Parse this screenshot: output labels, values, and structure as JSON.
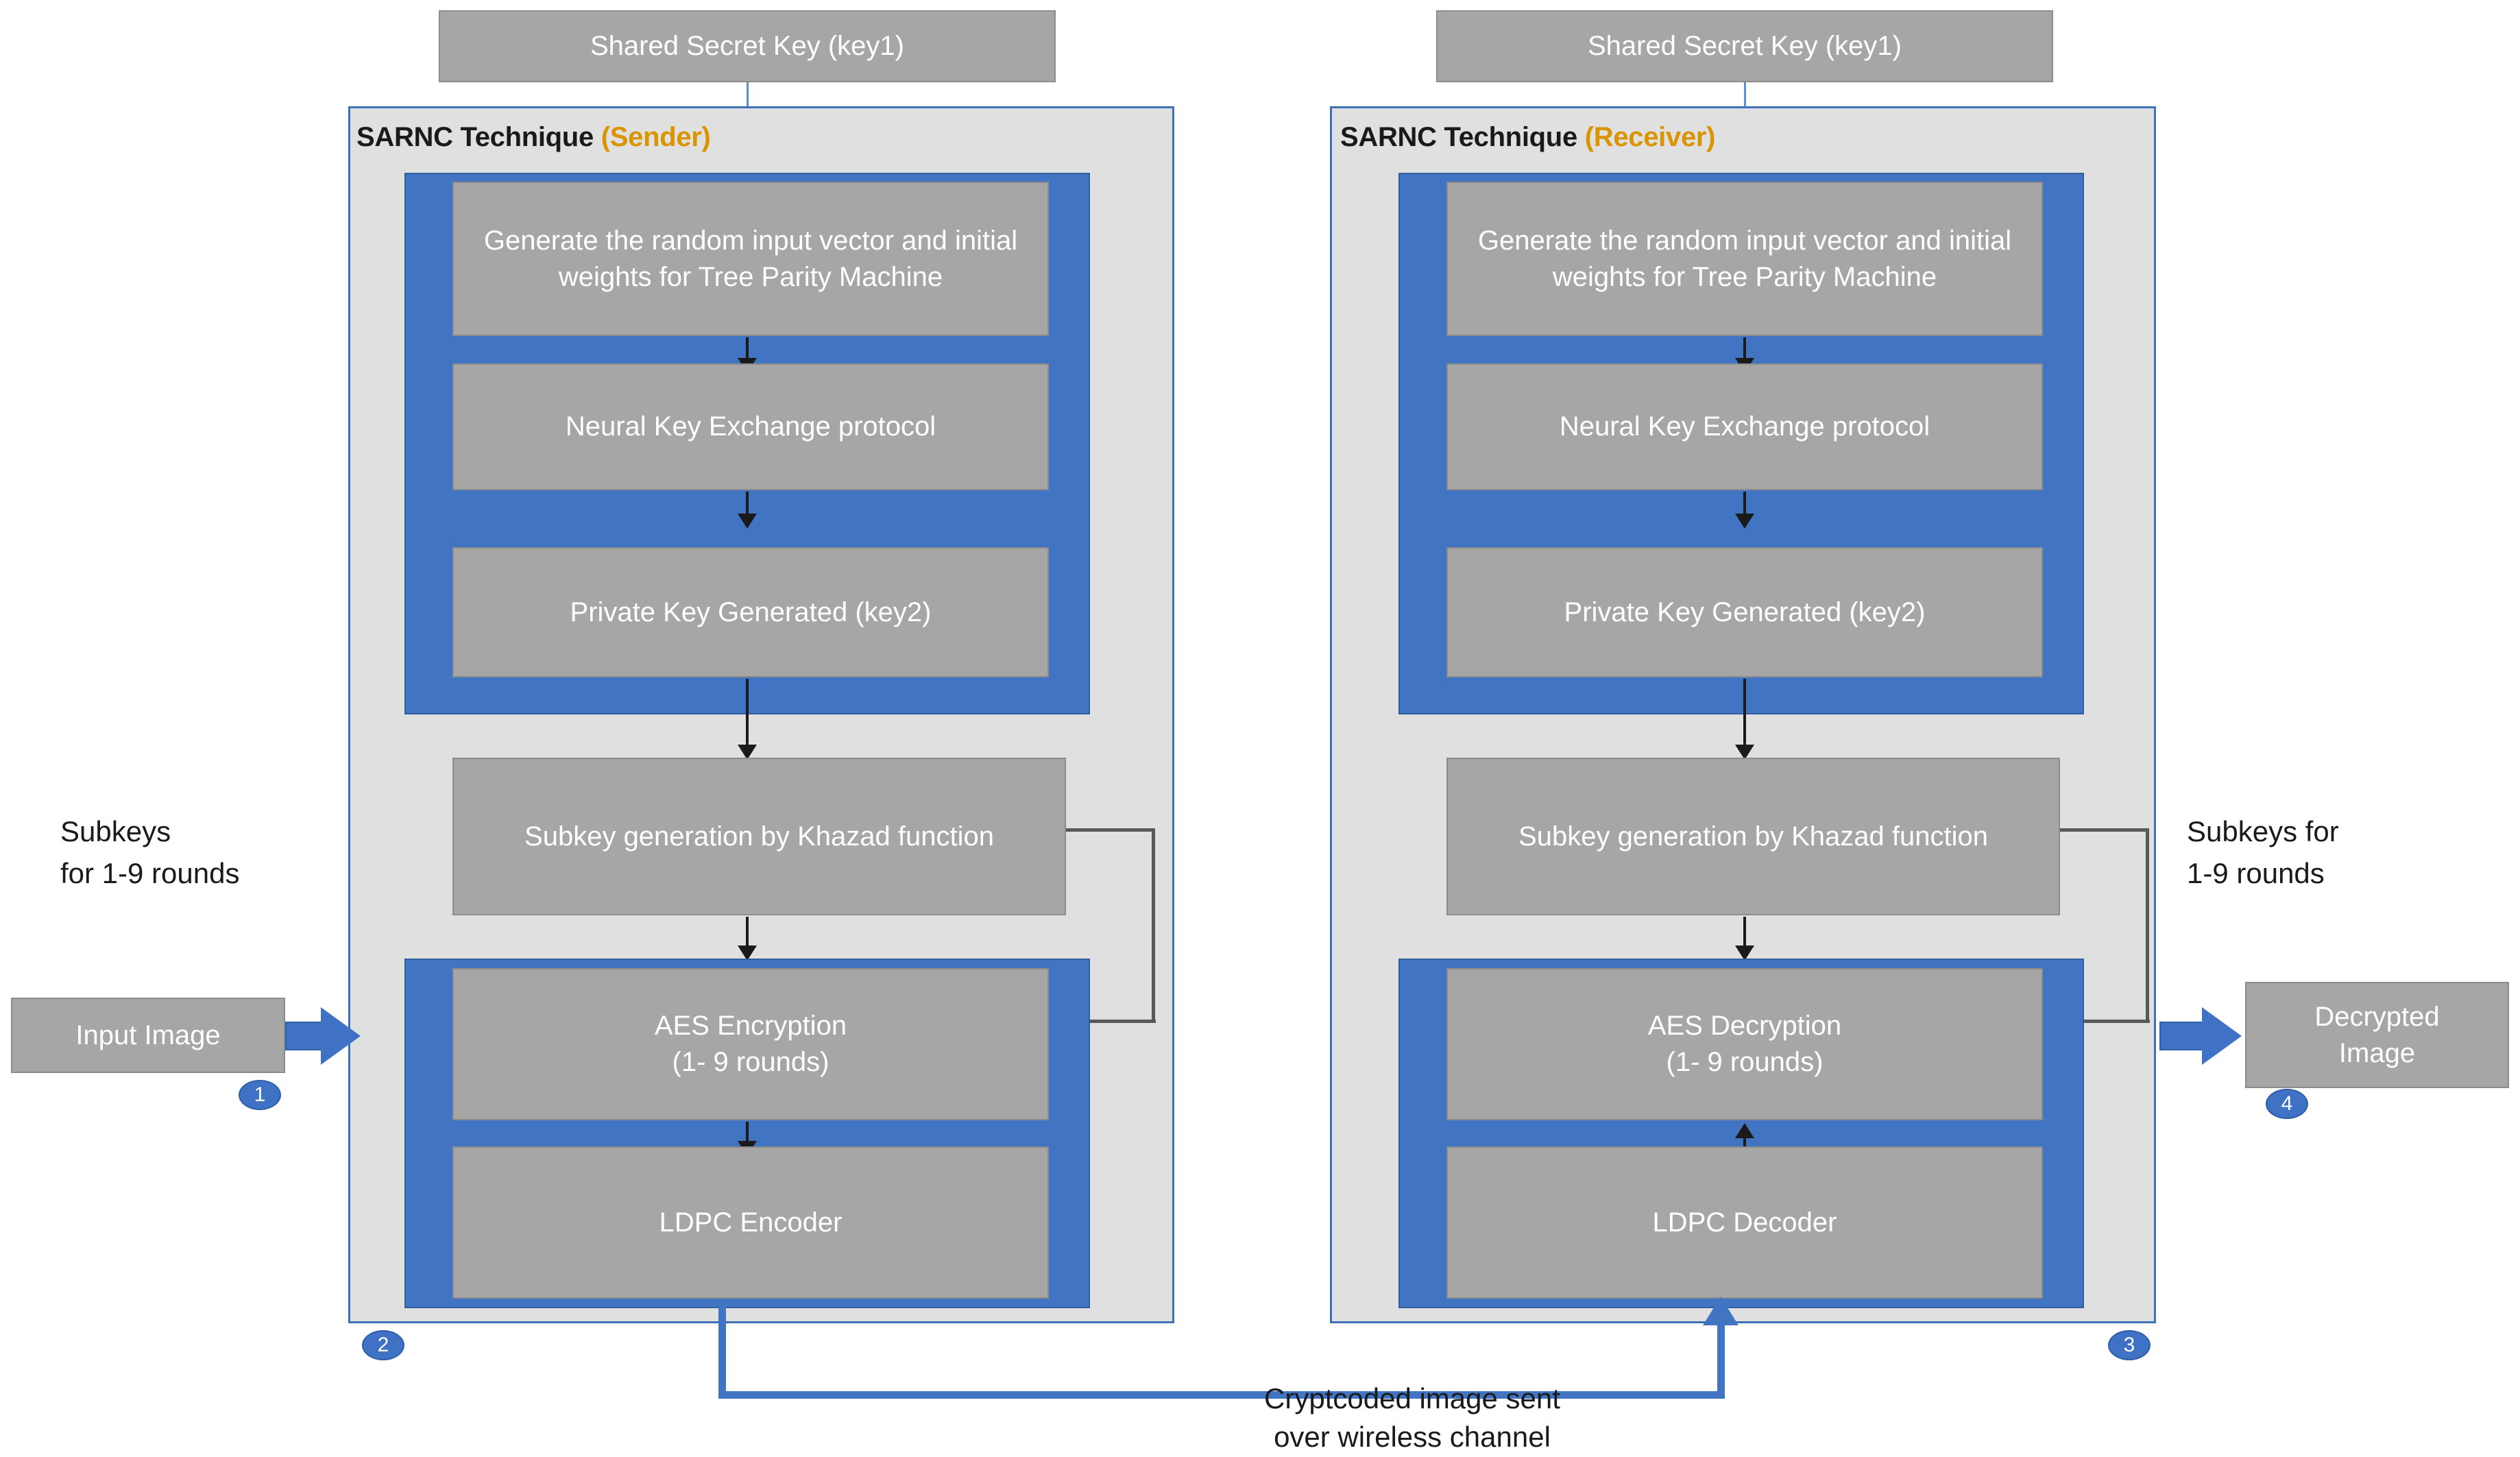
{
  "diagram": {
    "title": "SARNC Technique secure image transmission block diagram",
    "colors": {
      "panel_fill": "#e0e0e0",
      "panel_border": "#3f6fb5",
      "group_frame": "#4175c4",
      "process_box": "#a6a6a6",
      "process_text": "#ffffff",
      "role_accent": "#d99400",
      "arrow_black": "#1a1a1a",
      "arrow_blue": "#4175c4",
      "badge_fill": "#3f72c4"
    }
  },
  "sender": {
    "key_box": "Shared Secret Key (key1)",
    "panel_title_main": "SARNC Technique",
    "panel_title_role": "(Sender)",
    "steps": [
      "Generate the random input vector and initial weights for Tree Parity Machine",
      "Neural Key Exchange protocol",
      "Private Key Generated (key2)",
      "Subkey generation by Khazad function",
      "AES Encryption\n(1- 9 rounds)",
      "LDPC Encoder"
    ],
    "step_labels": {
      "tpm": "Generate the random input vector and initial weights for Tree Parity Machine",
      "nke": "Neural Key Exchange protocol",
      "private_key": "Private Key Generated (key2)",
      "subkey": "Subkey generation by Khazad function",
      "aes": "AES Encryption\n(1- 9 rounds)",
      "ldpc": "LDPC Encoder"
    },
    "badge": "2"
  },
  "receiver": {
    "key_box": "Shared Secret Key (key1)",
    "panel_title_main": "SARNC Technique",
    "panel_title_role": "(Receiver)",
    "steps": [
      "Generate the random input vector and initial weights for Tree Parity Machine",
      "Neural Key Exchange protocol",
      "Private Key Generated (key2)",
      "Subkey generation by Khazad function",
      "AES Decryption\n(1- 9 rounds)",
      "LDPC Decoder"
    ],
    "step_labels": {
      "tpm": "Generate the random input vector and initial weights for Tree Parity Machine",
      "nke": "Neural Key Exchange protocol",
      "private_key": "Private Key Generated (key2)",
      "subkey": "Subkey generation by Khazad function",
      "aes": "AES Decryption\n(1- 9 rounds)",
      "ldpc": "LDPC Decoder"
    },
    "badge": "3"
  },
  "io": {
    "input_image": "Input Image",
    "input_badge": "1",
    "decrypted_image": "Decrypted\nImage",
    "decrypted_badge": "4"
  },
  "labels": {
    "left_subkeys": "Subkeys\nfor  1-9 rounds",
    "right_subkeys": "Subkeys for\n1-9 rounds",
    "channel": "Cryptcoded image sent\nover wireless channel"
  }
}
